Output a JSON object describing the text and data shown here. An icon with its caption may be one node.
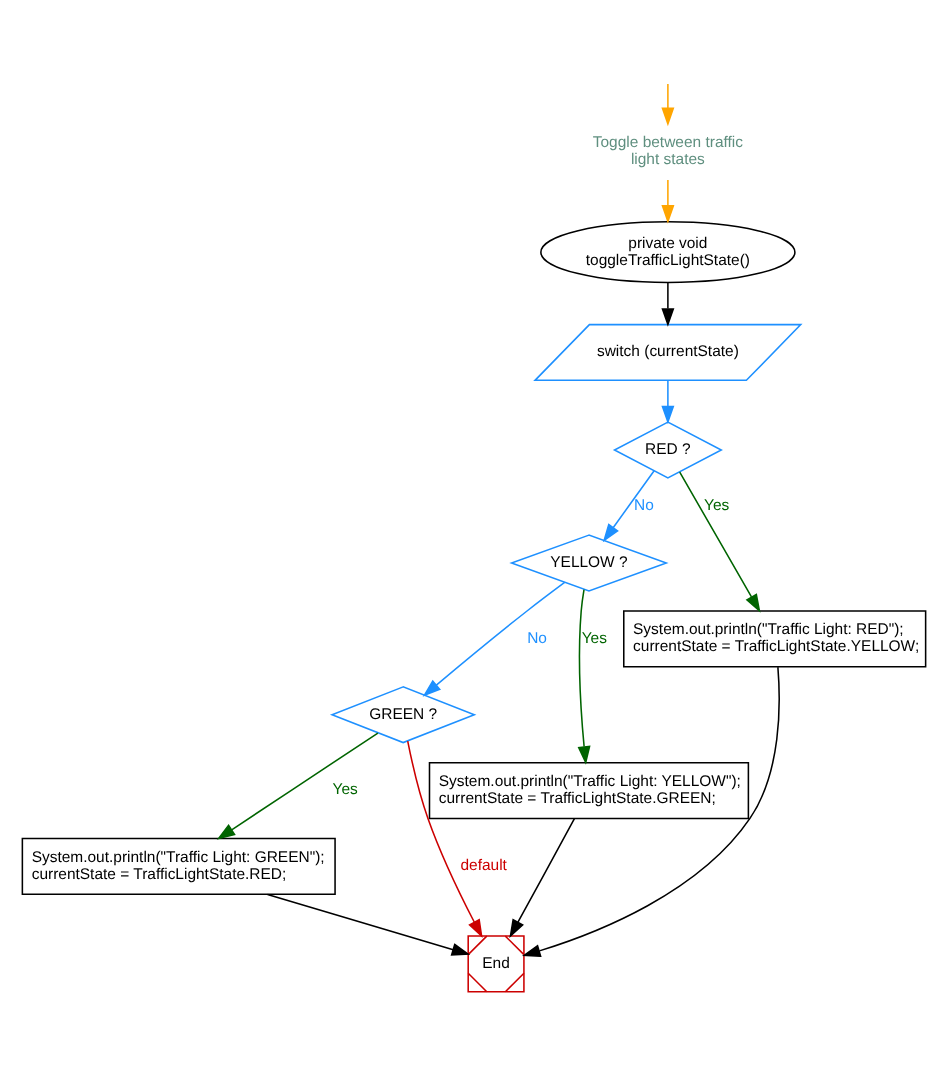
{
  "diagram": {
    "nodes": [
      {
        "text": [
          "Toggle between traffic light states"
        ]
      },
      {
        "text": [
          "private void toggleTrafficLightState()"
        ]
      },
      {
        "text": [
          "switch (currentState)"
        ]
      },
      {
        "text": [
          "RED ?"
        ]
      },
      {
        "text": [
          "YELLOW ?"
        ]
      },
      {
        "text": [
          "GREEN ?"
        ]
      },
      {
        "text": [
          "System.out.println(\"Traffic Light: RED\"); currentState = TrafficLightState.YELLOW;"
        ]
      },
      {
        "text": [
          "System.out.println(\"Traffic Light: YELLOW\"); currentState = TrafficLightState.GREEN;"
        ]
      },
      {
        "text": [
          "System.out.println(\"Traffic Light: GREEN\"); currentState = TrafficLightState.RED;"
        ]
      },
      {
        "text": [
          "End"
        ]
      }
    ],
    "edges": [
      {
        "from": null,
        "to": 0,
        "arrow": "to",
        "color": "#ffa500"
      },
      {
        "from": 0,
        "to": 1,
        "arrow": "to",
        "color": "#ffa500"
      },
      {
        "from": 1,
        "to": 2,
        "arrow": "to"
      },
      {
        "from": 2,
        "to": 3,
        "arrow": "to",
        "color": "#1e90ff"
      },
      {
        "from": 3,
        "to": 6,
        "arrow": "to",
        "label": "Yes",
        "color": "#006400"
      },
      {
        "from": 3,
        "to": 4,
        "arrow": "to",
        "label": "No",
        "color": "#1e90ff"
      },
      {
        "from": 4,
        "to": 7,
        "arrow": "to",
        "label": "Yes",
        "color": "#006400"
      },
      {
        "from": 4,
        "to": 5,
        "arrow": "to",
        "label": "No",
        "color": "#1e90ff"
      },
      {
        "from": 5,
        "to": 8,
        "arrow": "to",
        "label": "Yes",
        "color": "#006400"
      },
      {
        "from": 5,
        "to": 9,
        "arrow": "to",
        "label": "default",
        "color": "#cc0000"
      },
      {
        "from": 6,
        "to": 9,
        "arrow": "to"
      },
      {
        "from": 7,
        "to": 9,
        "arrow": "to"
      },
      {
        "from": 8,
        "to": 9,
        "arrow": "to"
      }
    ]
  }
}
